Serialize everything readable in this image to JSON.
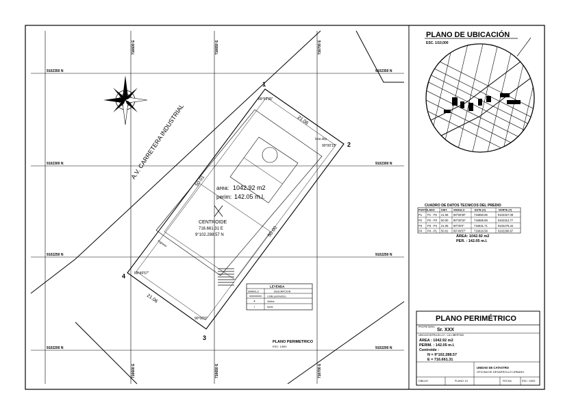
{
  "grid": {
    "east_labels": [
      "716600 E",
      "716650 E",
      "716700 E"
    ],
    "north_labels": [
      "9102350 N",
      "9102300 N",
      "9102250 N",
      "9102200 N"
    ]
  },
  "avenue": "A.V. CARRETERA INDUSTRIAL",
  "lot": {
    "vertices": [
      "1",
      "2",
      "3",
      "4"
    ],
    "side_1_2": "21.06",
    "side_2_3": "50.00",
    "side_3_4": "21.06",
    "side_4_1": "50.01",
    "angle_1": "89°59'39\"",
    "angle_2": "90°00'15\"",
    "angle_3": "90°00'0\"",
    "angle_4": "89°49'57\"",
    "area_label": "area:",
    "area_value": "1042.92 m2",
    "perimeter_label": "perim:",
    "perimeter_value": "142.05 m.l.",
    "centroid_title": "CENTROIDE",
    "centroid_e": "716.661.31 E",
    "centroid_n": "9°102.288.57 N",
    "access_label": "Ingreso",
    "inner_label": "losa dep."
  },
  "legend": {
    "title": "LEYENDA",
    "col_symbol": "SIMBOLO",
    "col_desc": "DESCRIPCION",
    "rows": [
      "Limite perimetrico",
      "Vertice",
      "Norte"
    ]
  },
  "plan_caption": "PLANO PERIMETRICO",
  "plan_scale": "ESC: 1/500",
  "location": {
    "title": "PLANO DE UBICACIÓN",
    "scale": "ESC. 1/10,000"
  },
  "table": {
    "title": "CUADRO DE DATOS TECNICOS DEL PREDIO",
    "headers": [
      "PUNTO",
      "LADO",
      "DIST.",
      "ANGULO",
      "ESTE (X)",
      "NORTE (Y)"
    ],
    "rows": [
      [
        "P1",
        "P1 - P2",
        "21.06",
        "89°59'39\"",
        "716650.85",
        "9102327.09"
      ],
      [
        "P2",
        "P2 - P3",
        "50.00",
        "90°00'15\"",
        "716665.88",
        "9102312.77"
      ],
      [
        "P3",
        "P3 - P4",
        "21.06",
        "90°00'0\"",
        "716631.71",
        "9102276.34"
      ],
      [
        "P4",
        "P4 - P1",
        "50.01",
        "89°49'57\"",
        "716616.58",
        "9102290.67"
      ]
    ],
    "area_line": "ÁREA: 1042.92 m2",
    "perim_line": "PER. : 142.05 m.l."
  },
  "title_block": {
    "title": "PLANO PERIMÉTRICO",
    "name_label": "PROPIETARIO",
    "name_value": "Sr. XXX",
    "location_label": "UBICACION",
    "location_value": "TRUJILLO - LA LIBERTAD",
    "area": "ÁREA : 1042.92 m2",
    "perim": "PERIM. : 142.05 m.l.",
    "coords_title": "Centroide :",
    "coord_n": "N = 9°102.288.57",
    "coord_e": "E = 716.661.31",
    "institution_lines": [
      "UNIDAD DE CATASTRO",
      "OFICINA DE DESARROLLO URBANO"
    ],
    "footer_cells": [
      "DIBUJO",
      "PLANO: 01",
      "FECHA",
      "ESC. 1/500"
    ]
  }
}
